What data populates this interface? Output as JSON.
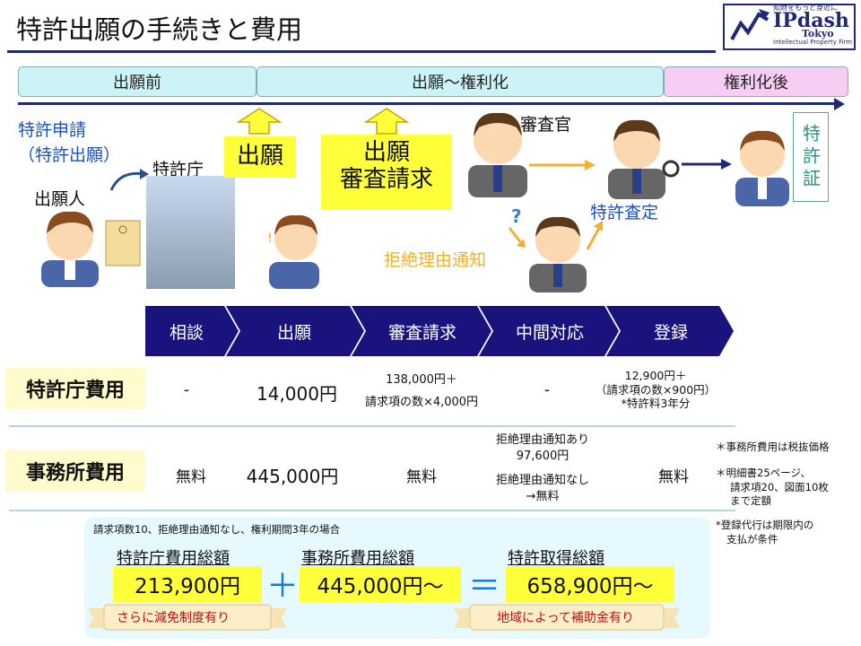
{
  "header": {
    "title": "特許出願の手続きと費用",
    "logo": {
      "tagline": "知財をもっと身近に",
      "name": "IPdash",
      "city": "Tokyo",
      "subtitle": "Intellectual Property Firm"
    }
  },
  "phases": [
    {
      "label": "出願前"
    },
    {
      "label": "出願～権利化"
    },
    {
      "label": "権利化後"
    }
  ],
  "flow": {
    "patent_application_line1": "特許申請",
    "patent_application_line2": "（特許出願）",
    "applicant": "出願人",
    "patent_office": "特許庁",
    "filing_box": "出願",
    "request_box_line1": "出願",
    "request_box_line2": "審査請求",
    "examiner": "審査官",
    "decision": "特許査定",
    "rejection": "拒絶理由通知",
    "certificate": "特許証"
  },
  "steps": [
    {
      "label": "相談"
    },
    {
      "label": "出願"
    },
    {
      "label": "審査請求"
    },
    {
      "label": "中間対応"
    },
    {
      "label": "登録"
    }
  ],
  "fees": {
    "office": {
      "label": "特許庁費用",
      "consult": "-",
      "filing": "14,000円",
      "request_line1": "138,000円＋",
      "request_line2": "請求項の数×4,000円",
      "response": "-",
      "registration_line1": "12,900円＋",
      "registration_line2": "（請求項の数×900円）",
      "registration_line3": "*特許料3年分"
    },
    "firm": {
      "label": "事務所費用",
      "consult": "無料",
      "filing": "445,000円",
      "request": "無料",
      "response_line1": "拒絶理由通知あり",
      "response_line2": "97,600円",
      "response_line3": "拒絶理由通知なし",
      "response_line4": "→無料",
      "registration": "無料"
    }
  },
  "notes": {
    "note1": "＊事務所費用は税抜価格",
    "note2_line1": "＊明細書25ページ、",
    "note2_line2": "請求項20、図面10枚",
    "note2_line3": "まで定額",
    "note3_line1": "*登録代行は期限内の",
    "note3_line2": "支払が条件"
  },
  "summary": {
    "condition": "請求項数10、拒絶理由通知なし、権利期間3年の場合",
    "office_total_label": "特許庁費用総額",
    "office_total_value": "213,900円",
    "plus": "＋",
    "firm_total_label": "事務所費用総額",
    "firm_total_value": "445,000円～",
    "equals": "＝",
    "grand_total_label": "特許取得総額",
    "grand_total_value": "658,900円～",
    "ribbon_left": "さらに減免制度有り",
    "ribbon_right": "地域によって補助金有り"
  },
  "colors": {
    "navy": "#1e2a78",
    "phase_cyan": "#ccf3f5",
    "phase_pink": "#f8cdf3",
    "highlight_yellow": "#ffff3a",
    "label_blue": "#1a50c8",
    "label_orange": "#f3b030",
    "plus_blue": "#1a7ad0"
  }
}
